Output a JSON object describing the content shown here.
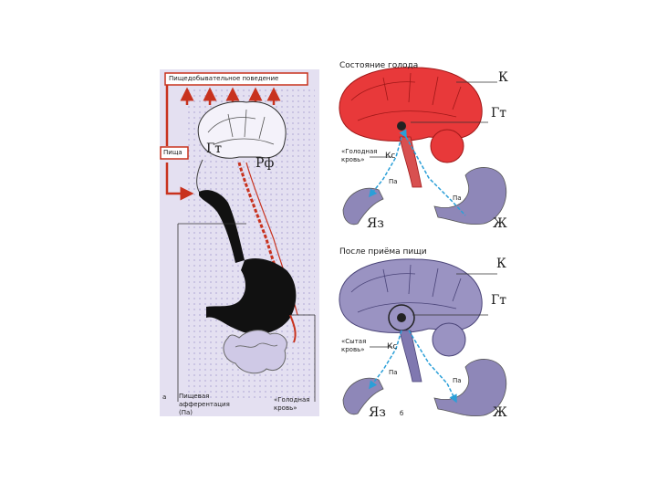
{
  "left_panel": {
    "top_box": "Пищедобывательное поведение",
    "food_box": "Пища",
    "gt": "Гт",
    "rf": "Рф",
    "panel_letter": "а",
    "afferent": [
      "Пищевая",
      "афферентация",
      "(Па)"
    ],
    "hungry_blood": [
      "«Голодная",
      "кровь»"
    ]
  },
  "right_top": {
    "title": "Состояние голода",
    "k": "К",
    "gt": "Гт",
    "blood": [
      "«Голодная",
      "кровь»"
    ],
    "kc": "Кс",
    "pa_left": "Па",
    "pa_right": "Па",
    "tongue": "Яз",
    "stomach": "Ж"
  },
  "right_bottom": {
    "title": "После приёма пищи",
    "k": "К",
    "gt": "Гт",
    "blood": [
      "«Сытая",
      "кровь»"
    ],
    "kc": "Кс",
    "pa_left": "Па",
    "pa_right": "Па",
    "tongue": "Яз",
    "stomach": "Ж",
    "panel_letter": "б"
  },
  "colors": {
    "hunger_red": "#e8393a",
    "sated_lilac": "#9a93c2",
    "pathway_blue": "#2a9fd8",
    "arrow_red": "#c8321e",
    "background_lilac": "#cfc9e6"
  }
}
